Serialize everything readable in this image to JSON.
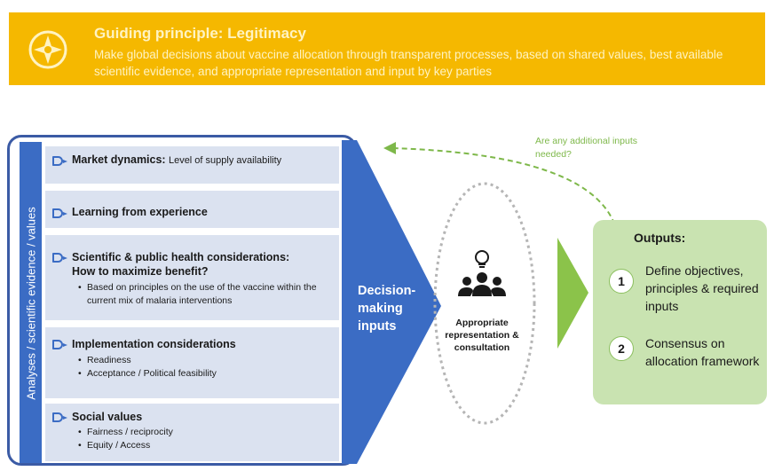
{
  "banner": {
    "title": "Guiding principle: Legitimacy",
    "text": "Make global decisions about vaccine allocation through transparent processes, based on shared values, best available scientific evidence, and appropriate representation and input by key parties",
    "icon": "compass-icon"
  },
  "sidebar_label": "Analyses / scientific evidence / values",
  "boxes": [
    {
      "title": "Market dynamics:",
      "subtitle": "Level of supply availability"
    },
    {
      "title": "Learning from experience"
    },
    {
      "title": "Scientific & public health considerations:",
      "question": "How to maximize benefit?",
      "bullets": [
        "Based on principles on the use of the vaccine within the current mix of malaria interventions"
      ]
    },
    {
      "title": "Implementation considerations",
      "bullets": [
        "Readiness",
        "Acceptance / Political feasibility"
      ]
    },
    {
      "title": "Social values",
      "bullets": [
        "Fairness / reciprocity",
        "Equity / Access"
      ]
    }
  ],
  "decision_label": "Decision-making inputs",
  "consult_label": "Appropriate representation & consultation",
  "feedback_question": "Are any additional inputs needed?",
  "outputs": {
    "title": "Outputs:",
    "items": [
      {
        "num": "1",
        "text": "Define objectives, principles & required inputs"
      },
      {
        "num": "2",
        "text": "Consensus on allocation framework"
      }
    ]
  },
  "colors": {
    "banner": "#f5b800",
    "blue": "#3b6cc4",
    "box": "#dbe2f0",
    "green": "#8bc34a",
    "output_bg": "#c9e3b1"
  }
}
